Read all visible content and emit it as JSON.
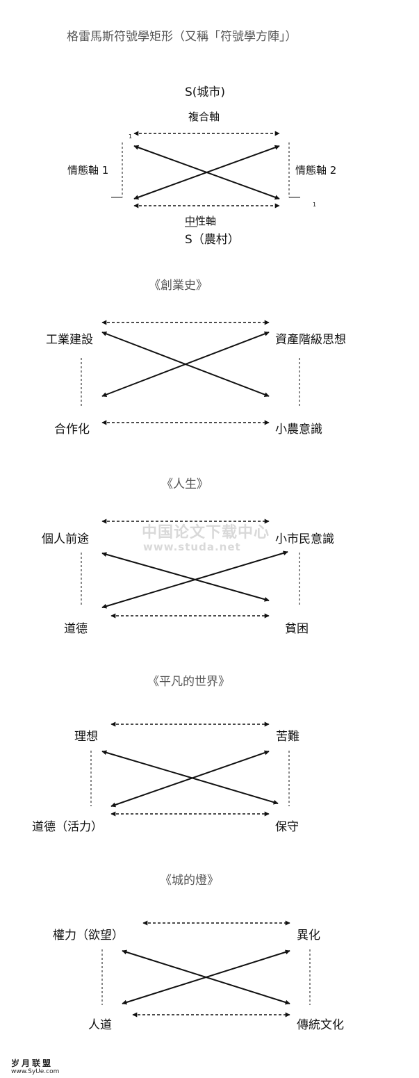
{
  "page_title": "格雷馬斯符號學矩形（又稱「符號學方陣」）",
  "theory": {
    "top": "S(城市)",
    "compound_axis": "複合軸",
    "emotion_axis_1": "情態軸 1",
    "emotion_axis_2": "情態軸 2",
    "neutral_axis": "中性軸",
    "bottom": "S（農村）",
    "mark1": "1",
    "mark2": "1"
  },
  "novels": [
    {
      "title": "《創業史》",
      "tl": "工業建設",
      "tr": "資產階級思想",
      "bl": "合作化",
      "br": "小農意識"
    },
    {
      "title": "《人生》",
      "tl": "個人前途",
      "tr": "小市民意識",
      "bl": "道德",
      "br": "貧困"
    },
    {
      "title": "《平凡的世界》",
      "tl": "理想",
      "tr": "苦難",
      "bl": "道德（活力）",
      "br": "保守"
    },
    {
      "title": "《城的燈》",
      "tl": "權力（欲望）",
      "tr": "異化",
      "bl": "人道",
      "br": "傳統文化"
    }
  ],
  "watermark": {
    "line1": "中国论文下载中心",
    "line2": "www.studa.net"
  },
  "footer": {
    "line1": "岁月联盟",
    "line2": "www.SyUe.com"
  }
}
